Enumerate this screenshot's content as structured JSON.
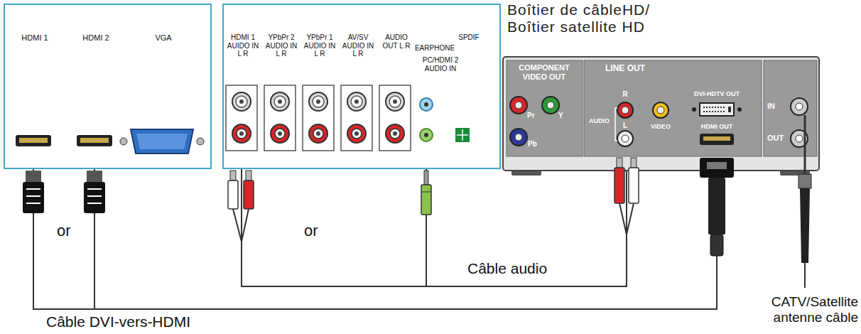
{
  "diagram": {
    "nodes": [
      {
        "text": [
          "HDMI 1",
          "HDMI 2",
          "VGA"
        ]
      },
      {
        "text": [
          "HDMI 1 AUIDO IN L R",
          "YPbPr 2 AUDIO IN L R",
          "YPbPr 1 AUDIO IN L R",
          "AV/SV AUDIO IN L R",
          "AUDIO OUT L R",
          "EARPHONE",
          "SPDIF",
          "PC/HDMI 2 AUDIO IN"
        ]
      },
      {
        "text": [
          "Boîtier de câbleHD/ Boîtier satellite HD"
        ]
      },
      {
        "text": [
          "COMPONENT VIDEO OUT",
          "Pr",
          "Y",
          "Pb"
        ],
        "in": 2
      },
      {
        "text": [
          "LINE OUT",
          "R",
          "AUDIO",
          "L",
          "VIDEO",
          "DVI-HDTV OUT",
          "HDMI OUT"
        ],
        "in": 2
      },
      {
        "text": [
          "IN",
          "OUT"
        ],
        "in": 2
      }
    ],
    "edges": [
      {
        "from": 4,
        "to": 0,
        "label": "Câble DVI-vers-HDMI",
        "arrow": "none"
      },
      {
        "from": 4,
        "to": 1,
        "label": "Câble audio",
        "arrow": "none"
      }
    ],
    "labels": [
      "or",
      "or",
      "CATV/Satellite antenne câble"
    ]
  }
}
